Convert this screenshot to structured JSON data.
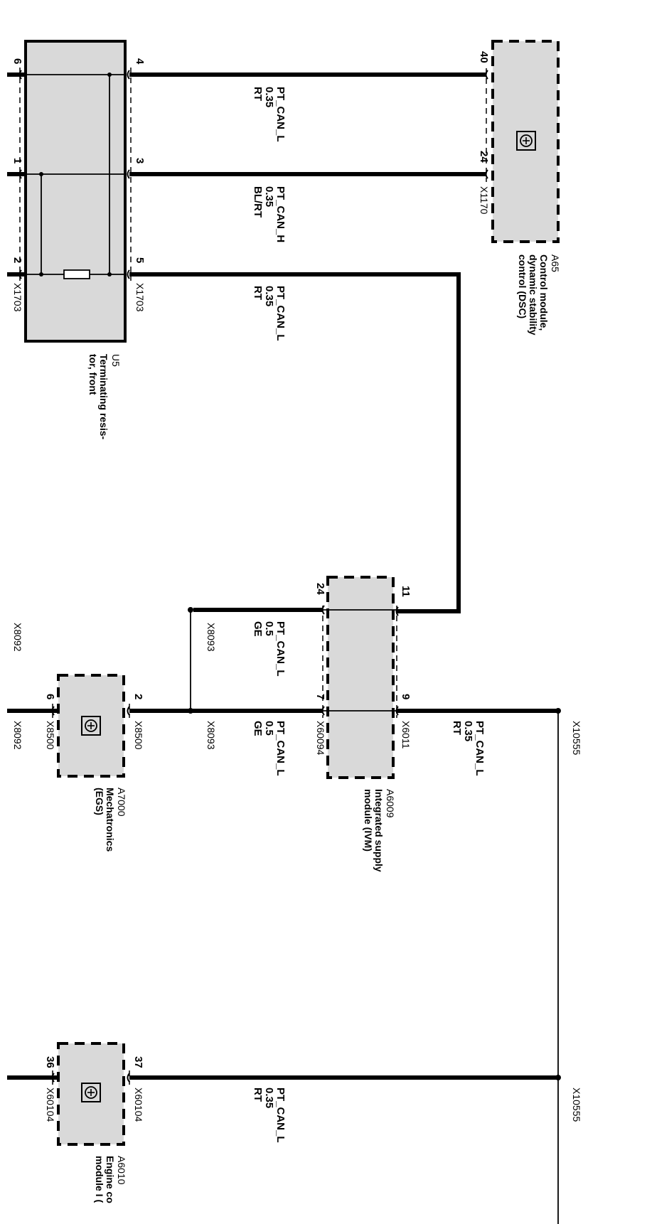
{
  "components": {
    "a65": {
      "id": "A65",
      "name": [
        "Control module,",
        "dynamic stability",
        "control (DSC)"
      ],
      "connector": "X1170",
      "pins": [
        "40",
        "24"
      ]
    },
    "u5": {
      "id": "U5",
      "name": [
        "Terminating resis-",
        "tor, front"
      ],
      "connector_left": "X1703",
      "connector_right": "X1703",
      "pins_left": [
        "6",
        "1",
        "2"
      ],
      "pins_right": [
        "4",
        "3",
        "5"
      ]
    },
    "a6009": {
      "id": "A6009",
      "name": [
        "Integrated supply",
        "module (IVM)"
      ],
      "connector_top": "X6011",
      "connector_bottom": "X60094",
      "pins_top": [
        "11",
        "9"
      ],
      "pins_bottom": [
        "24",
        "7"
      ]
    },
    "a7000": {
      "id": "A7000",
      "name": [
        "Mechatronics",
        "(EGS)"
      ],
      "connector_right": "X8500",
      "connector_left": "X8500",
      "pins": [
        "2",
        "6"
      ]
    },
    "a6010": {
      "id": "A6010",
      "name": [
        "Engine co",
        "module I ("
      ],
      "connector_right": "X60104",
      "connector_left": "X60104",
      "pins": [
        "37",
        "36"
      ]
    }
  },
  "splices": {
    "x8093_a": "X8093",
    "x8093_b": "X8093",
    "x10555_a": "X10555",
    "x10555_b": "X10555",
    "x8092_a": "X8092",
    "x8092_b": "X8092"
  },
  "wires": [
    {
      "signal": "PT_CAN_L",
      "size": "0.35",
      "color": "RT"
    },
    {
      "signal": "PT_CAN_H",
      "size": "0.35",
      "color": "BL/RT"
    },
    {
      "signal": "PT_CAN_L",
      "size": "0.35",
      "color": "RT"
    },
    {
      "signal": "PT_CAN_L",
      "size": "0.5",
      "color": "GE"
    },
    {
      "signal": "PT_CAN_L",
      "size": "0.5",
      "color": "GE"
    },
    {
      "signal": "PT_CAN_L",
      "size": "0.35",
      "color": "RT"
    },
    {
      "signal": "PT_CAN_L",
      "size": "0.35",
      "color": "RT"
    }
  ]
}
